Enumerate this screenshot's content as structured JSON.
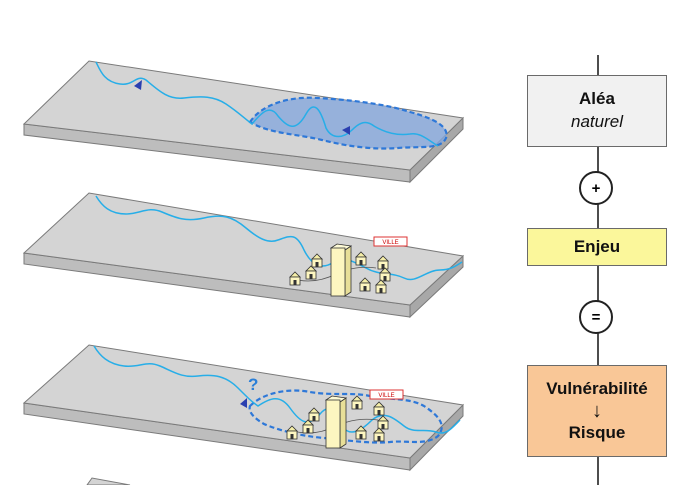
{
  "flowchart": {
    "hazard_title": "Aléa",
    "hazard_subtitle": "naturel",
    "plus_symbol": "+",
    "stakes_label": "Enjeu",
    "equals_symbol": "=",
    "vulnerability_label": "Vulnérabilité",
    "down_arrow": "↓",
    "risk_label": "Risque"
  },
  "panels": {
    "city_label": "VILLE",
    "unknown_mark": "?"
  },
  "colors": {
    "river": "#27aee8",
    "flood_fill": "#86a8dc",
    "flood_outline": "#2e78d8",
    "platform_top": "#d4d4d4",
    "hazard_box": "#f1f1f1",
    "stakes_box": "#fbf79b",
    "risk_box": "#f9c797",
    "building": "#fdf6c0"
  }
}
